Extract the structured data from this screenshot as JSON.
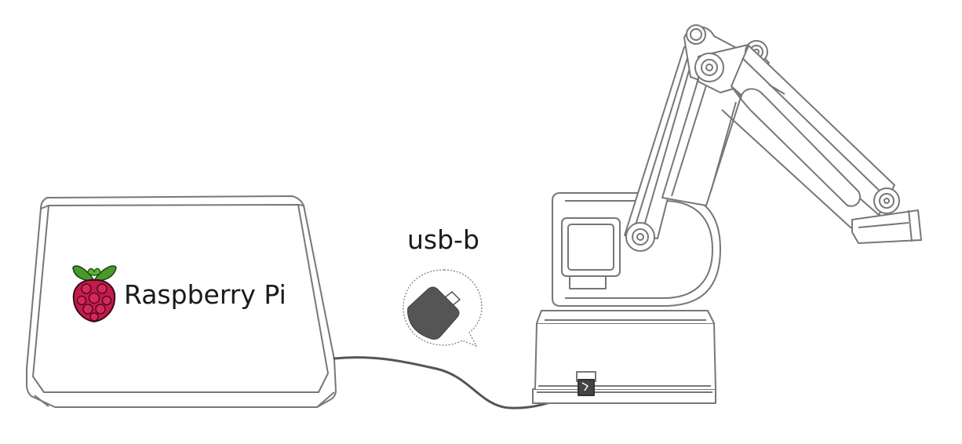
{
  "computer": {
    "label": "Raspberry Pi",
    "logo_icon": "raspberry-pi-logo"
  },
  "connector": {
    "label": "usb-b",
    "icon": "usb-b-plug-icon"
  },
  "robot": {
    "icon": "robotic-arm"
  },
  "colors": {
    "outline": "#777777",
    "cable": "#555555",
    "plug": "#555555",
    "raspberry_red": "#c51a4a",
    "raspberry_leaf": "#4a9a2a"
  }
}
